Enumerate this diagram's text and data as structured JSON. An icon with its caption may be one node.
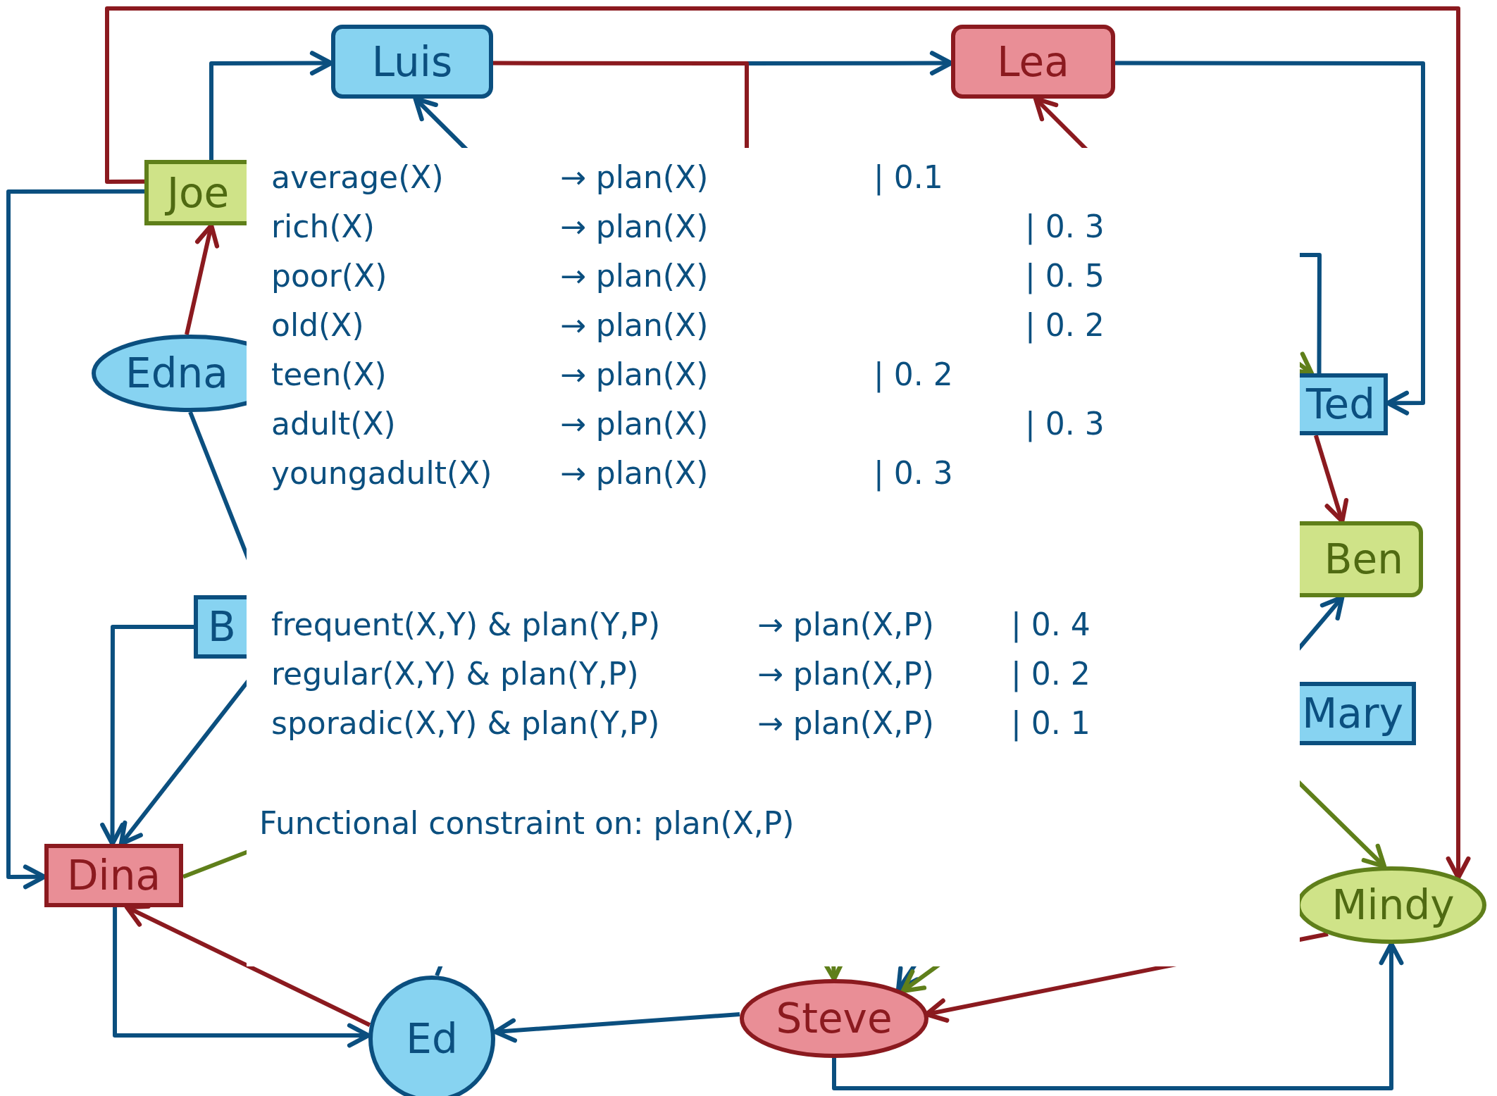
{
  "diagram": {
    "nodes": [
      {
        "text": [
          "Luis"
        ]
      },
      {
        "text": [
          "Lea"
        ]
      },
      {
        "text": [
          "Joe"
        ]
      },
      {
        "text": [
          "Edna"
        ]
      },
      {
        "text": [
          "Ted"
        ]
      },
      {
        "text": [
          "Ben"
        ]
      },
      {
        "text": [
          "B"
        ]
      },
      {
        "text": [
          "Mary"
        ]
      },
      {
        "text": [
          "Dina"
        ]
      },
      {
        "text": [
          "Mindy"
        ]
      },
      {
        "text": [
          "Steve"
        ]
      },
      {
        "text": [
          "Ed"
        ]
      }
    ],
    "edges": [
      {
        "from": 2,
        "to": 0,
        "arrow": "to"
      },
      {
        "from": 0,
        "to": null,
        "arrow": "none",
        "color": "#8b1a1f"
      },
      {
        "from": null,
        "to": 1,
        "arrow": "to"
      },
      {
        "from": null,
        "to": 0,
        "arrow": "to"
      },
      {
        "from": null,
        "to": 1,
        "arrow": "to",
        "color": "#8b1a1f"
      },
      {
        "from": 1,
        "to": 4,
        "arrow": "to"
      },
      {
        "from": 2,
        "to": 9,
        "arrow": "to",
        "color": "#8b1a1f"
      },
      {
        "from": 2,
        "to": 8,
        "arrow": "to"
      },
      {
        "from": 3,
        "to": 2,
        "arrow": "to",
        "color": "#8b1a1f"
      },
      {
        "from": 3,
        "to": null,
        "arrow": "none"
      },
      {
        "from": 4,
        "to": null,
        "arrow": "none"
      },
      {
        "from": null,
        "to": 4,
        "arrow": "to",
        "color": "#5f7f1a"
      },
      {
        "from": 4,
        "to": 5,
        "arrow": "to",
        "color": "#8b1a1f"
      },
      {
        "from": null,
        "to": 5,
        "arrow": "to"
      },
      {
        "from": 6,
        "to": 8,
        "arrow": "to"
      },
      {
        "from": 6,
        "to": 8,
        "arrow": "to"
      },
      {
        "from": 8,
        "to": null,
        "arrow": "none",
        "color": "#5f7f1a"
      },
      {
        "from": 11,
        "to": 8,
        "arrow": "to",
        "color": "#8b1a1f"
      },
      {
        "from": 8,
        "to": 11,
        "arrow": "to"
      },
      {
        "from": 10,
        "to": 11,
        "arrow": "to"
      },
      {
        "from": 9,
        "to": 10,
        "arrow": "to",
        "color": "#8b1a1f"
      },
      {
        "from": 10,
        "to": 9,
        "arrow": "to"
      },
      {
        "from": 7,
        "to": 9,
        "arrow": "to",
        "color": "#5f7f1a"
      },
      {
        "from": null,
        "to": 10,
        "arrow": "to",
        "color": "#5f7f1a"
      },
      {
        "from": null,
        "to": 10,
        "arrow": "to"
      },
      {
        "from": null,
        "to": 10,
        "arrow": "to",
        "color": "#5f7f1a"
      },
      {
        "from": 11,
        "to": null,
        "arrow": "none"
      }
    ],
    "labels": [
      "average(X)",
      "→ plan(X)",
      "| 0.1",
      "rich(X)",
      "→ plan(X)",
      "| 0. 3",
      "poor(X)",
      "→ plan(X)",
      "| 0. 5",
      "old(X)",
      "→ plan(X)",
      "| 0. 2",
      "teen(X)",
      "→ plan(X)",
      "| 0. 2",
      "adult(X)",
      "→ plan(X)",
      "| 0. 3",
      "youngadult(X)",
      "→ plan(X)",
      "| 0. 3",
      "frequent(X,Y) & plan(Y,P)",
      "→ plan(X,P)",
      "| 0. 4",
      "regular(X,Y) & plan(Y,P)",
      "→ plan(X,P)",
      "| 0. 2",
      "sporadic(X,Y) & plan(Y,P)",
      "→ plan(X,P)",
      "| 0. 1",
      "Functional constraint on: plan(X,P)"
    ]
  }
}
